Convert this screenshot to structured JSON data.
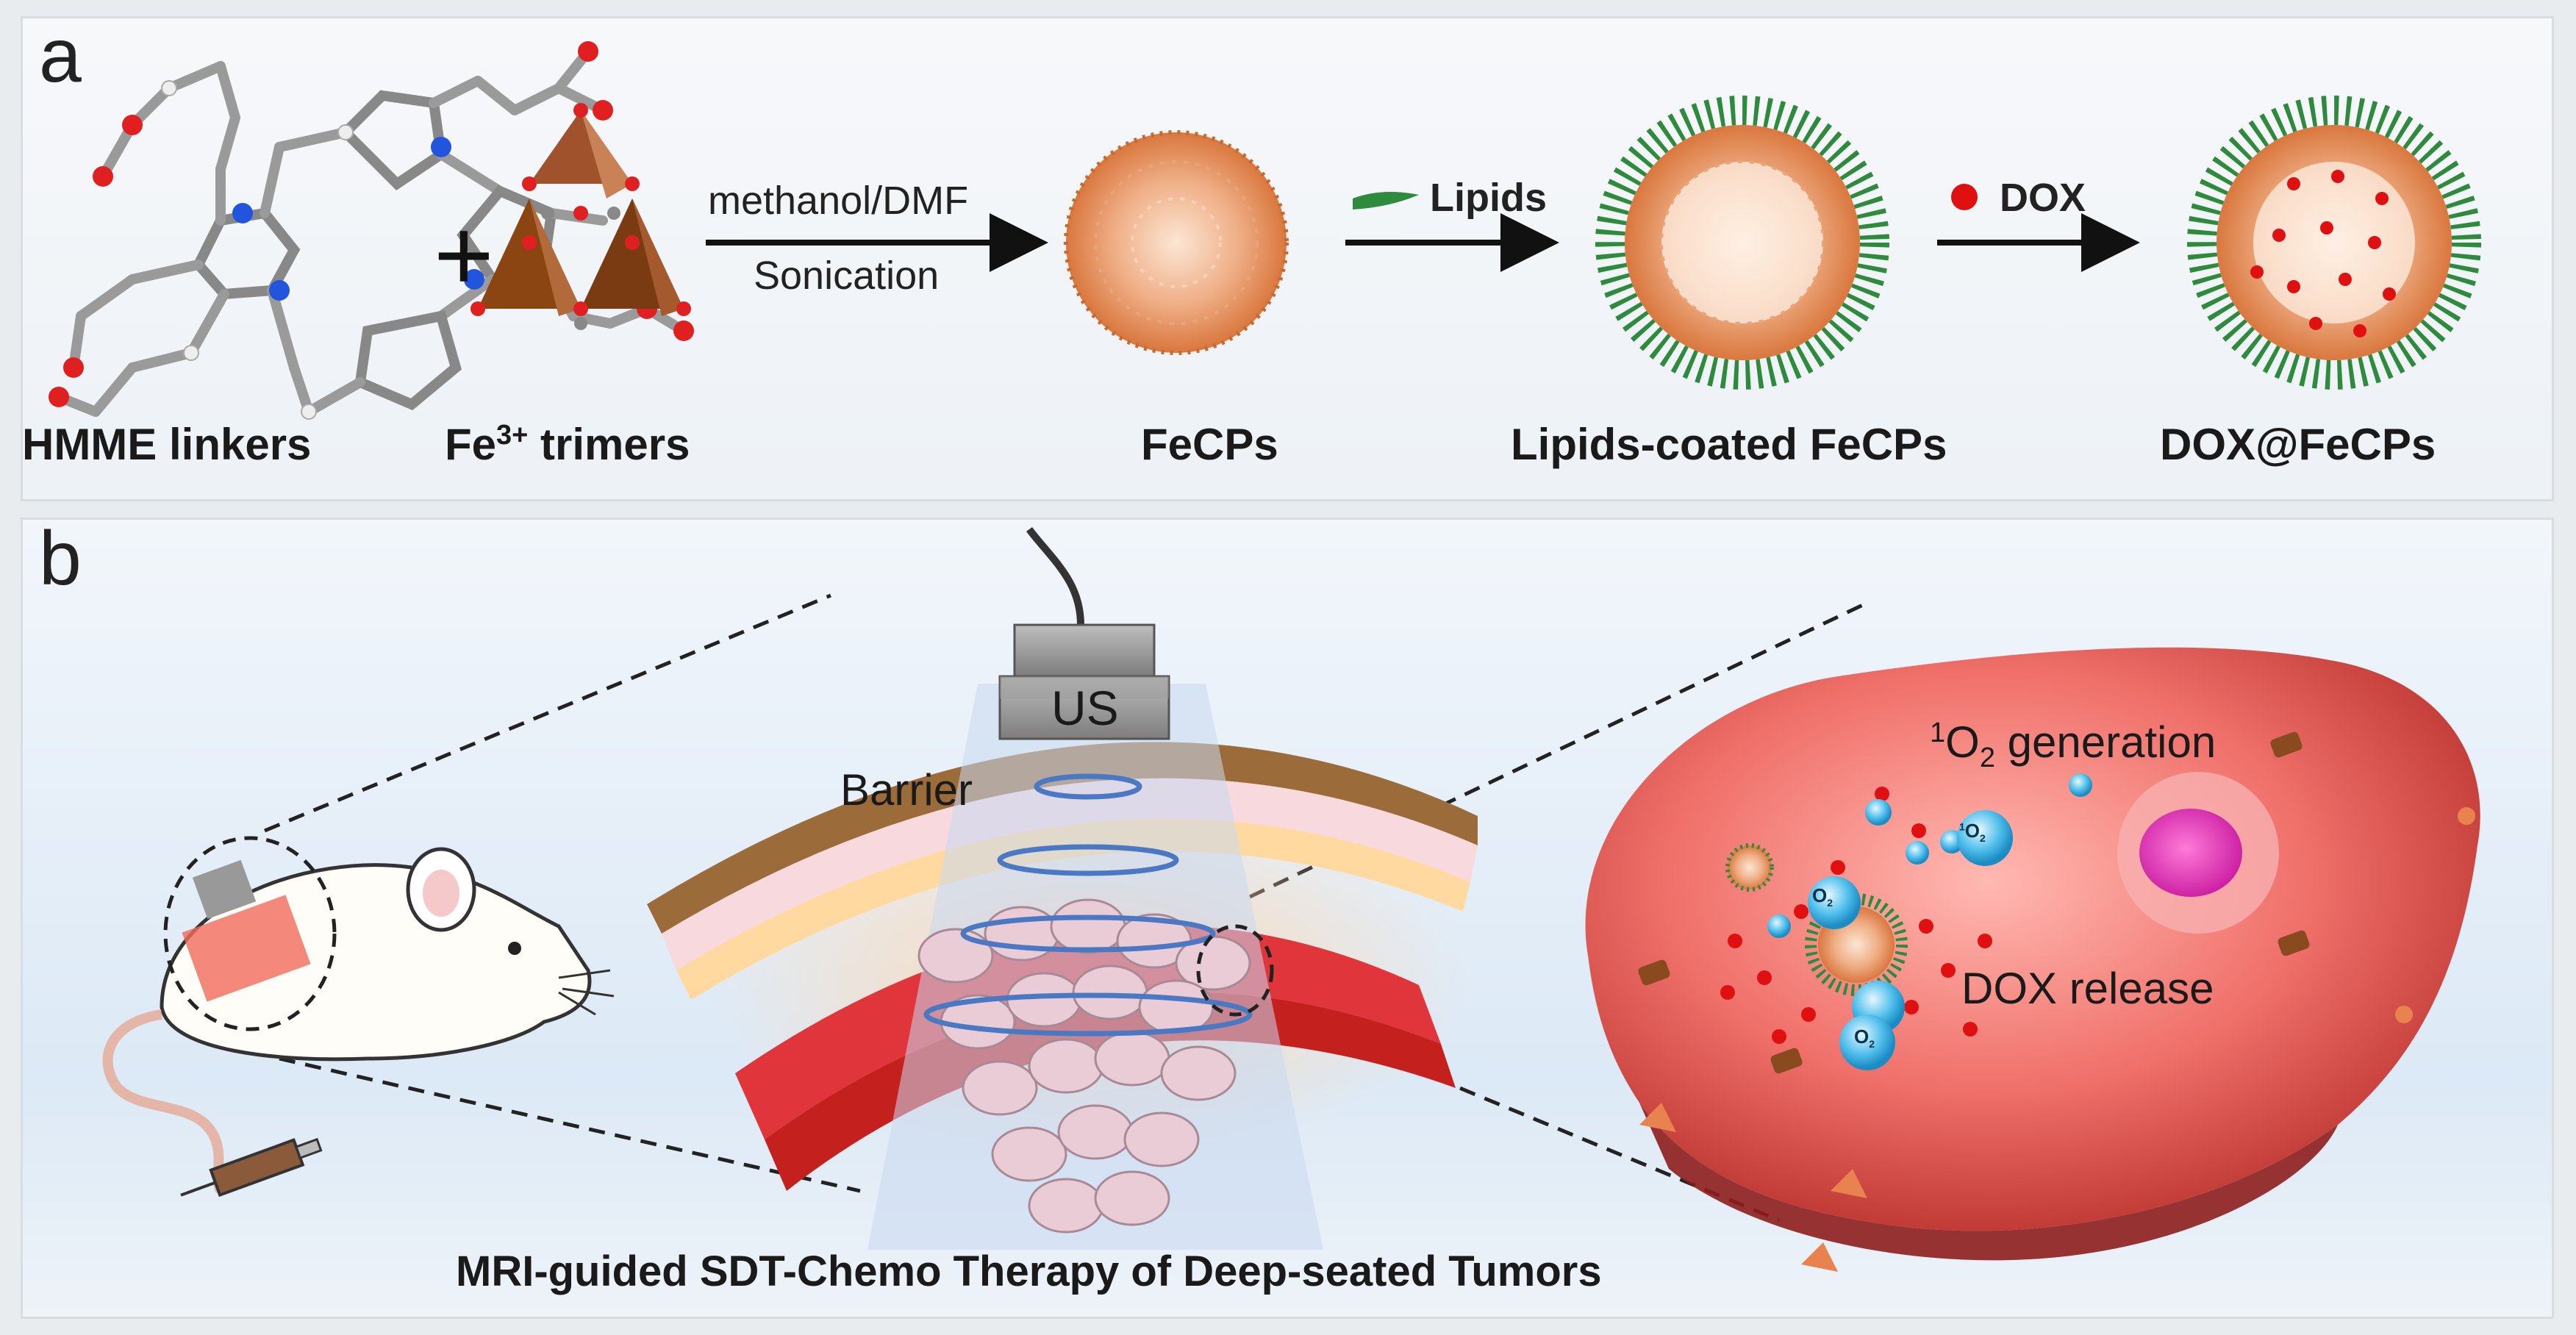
{
  "panel_a": {
    "label": "a",
    "plus": "+",
    "step1": {
      "top": "methanol/DMF",
      "bottom": "Sonication"
    },
    "step2": {
      "label": "Lipids"
    },
    "step3": {
      "label": "DOX"
    },
    "captions": {
      "hmme": "HMME linkers",
      "fe_base": "Fe",
      "fe_sup": "3+",
      "fe_rest": " trimers",
      "fecps": "FeCPs",
      "lipids_coated": "Lipids-coated FeCPs",
      "dox_fecps": "DOX@FeCPs"
    }
  },
  "panel_b": {
    "label": "b",
    "us": "US",
    "barrier": "Barrier",
    "o2_sup": "1",
    "o2_main": "O",
    "o2_sub": "2",
    "o2_rest": " generation",
    "dox_release": "DOX release",
    "bubble_main": "O",
    "bubble_sub": "2",
    "bubble_sup": "1",
    "title": "MRI-guided SDT-Chemo Therapy of Deep-seated Tumors"
  },
  "colors": {
    "nanoparticle": "#e8955a",
    "lipid": "#2e8b3e",
    "dox": "#e01010",
    "singlet_oxygen": "#29a8df",
    "tumor": "#e8584f"
  },
  "icons": [
    "molecule-icon",
    "fe-trimer-icon",
    "nanoparticle-icon",
    "lipid-icon",
    "mouse-icon",
    "transducer-icon",
    "tissue-icon",
    "tumor-cell-icon",
    "syringe-icon"
  ]
}
